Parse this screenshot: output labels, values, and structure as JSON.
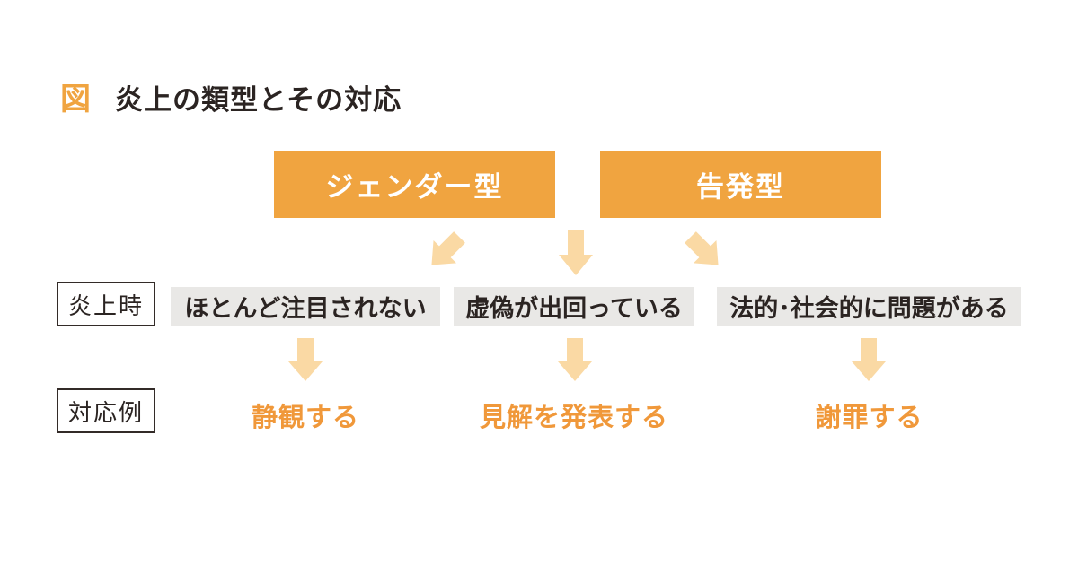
{
  "title": {
    "mark": "図",
    "text": "炎上の類型とその対応"
  },
  "colors": {
    "accent_orange": "#F0A440",
    "light_orange": "#FAD9A4",
    "item_bg": "#E9E8E6",
    "text_dark": "#2B2422",
    "orange_text": "#F0983A",
    "border_dark": "#332B28"
  },
  "type_boxes": [
    {
      "label": "ジェンダー型"
    },
    {
      "label": "告発型"
    }
  ],
  "row_enjo": {
    "label": "炎上時",
    "items": [
      "ほとんど注目されない",
      "虚偽が出回っている",
      "法的･社会的に問題がある"
    ]
  },
  "row_taio": {
    "label": "対応例",
    "items": [
      "静観する",
      "見解を発表する",
      "謝罪する"
    ]
  }
}
